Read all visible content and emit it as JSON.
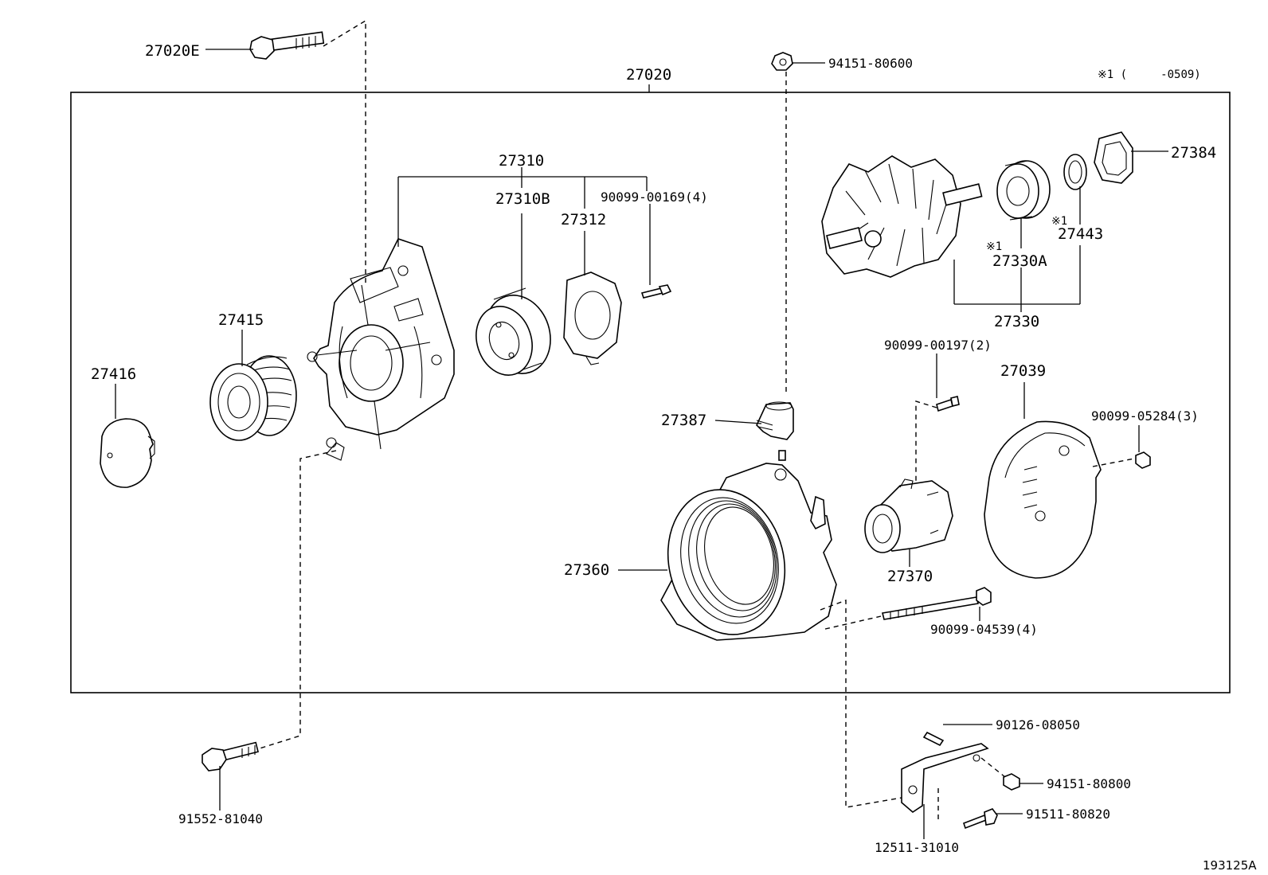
{
  "callouts": {
    "p27020E": "27020E",
    "p27020": "27020",
    "p94151_80600": "94151-80600",
    "note_range": "※1 (     -0509)",
    "p27310": "27310",
    "p27310B": "27310B",
    "p27312": "27312",
    "p90099_00169": "90099-00169(4)",
    "p27384": "27384",
    "p27443": "27443",
    "note_27443": "※1",
    "p27330A": "27330A",
    "note_27330A": "※1",
    "p27330": "27330",
    "p27415": "27415",
    "p27416": "27416",
    "p90099_00197": "90099-00197(2)",
    "p27039": "27039",
    "p27387": "27387",
    "p90099_05284": "90099-05284(3)",
    "p27360": "27360",
    "p27370": "27370",
    "p90099_04539": "90099-04539(4)",
    "p90126_08050": "90126-08050",
    "p94151_80800": "94151-80800",
    "p91511_80820": "91511-80820",
    "p12511_31010": "12511-31010",
    "p91552_81040": "91552-81040"
  },
  "figure_id": "193125A"
}
